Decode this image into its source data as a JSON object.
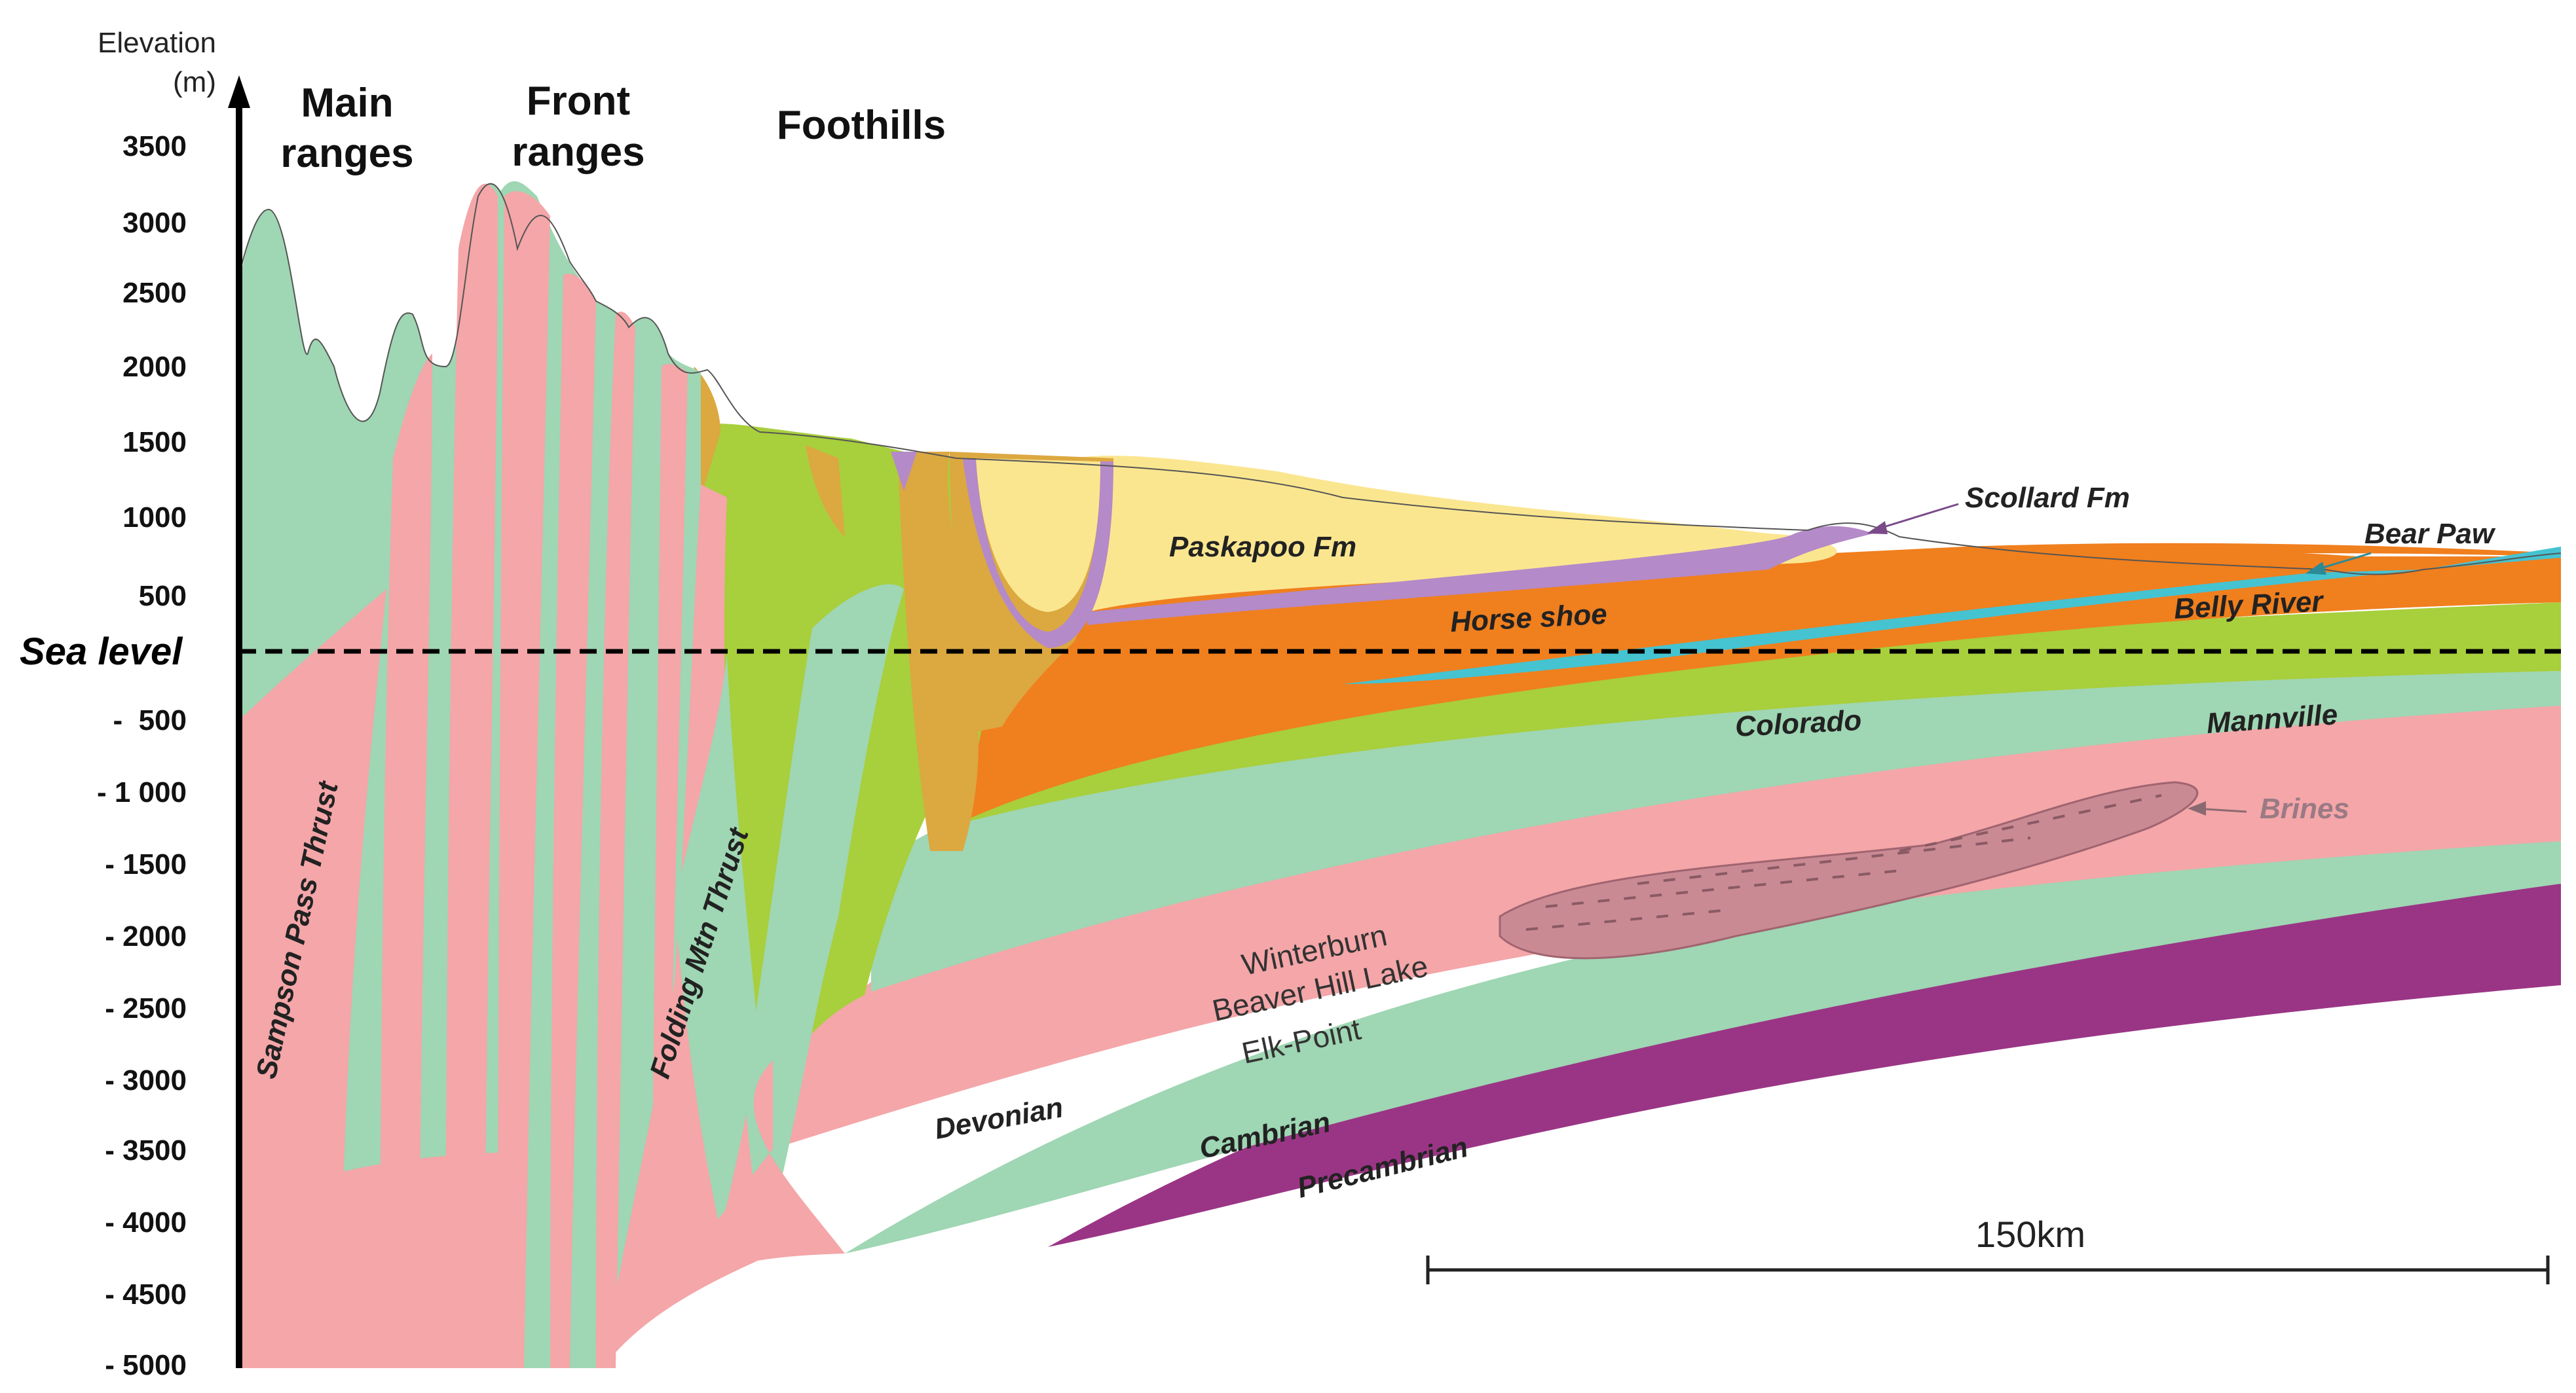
{
  "axis": {
    "title": "Elevation",
    "unit": "(m)",
    "ticks_above": [
      "3500",
      "3000",
      "2500",
      "2000",
      "1500",
      "1000",
      "500"
    ],
    "sea_level": "Sea level",
    "ticks_below": [
      "-  500",
      "- 1 000",
      "- 1500",
      "- 2000",
      "- 2500",
      "- 3000",
      "- 3500",
      "- 4000",
      "- 4500",
      "- 5000"
    ]
  },
  "regions": {
    "main_1": "Main",
    "main_2": "ranges",
    "front_1": "Front",
    "front_2": "ranges",
    "foothills": "Foothills"
  },
  "units": {
    "paskapoo": "Paskapoo Fm",
    "scollard": "Scollard Fm",
    "bear_paw": "Bear Paw",
    "horse_shoe": "Horse shoe",
    "belly_river": "Belly River",
    "colorado": "Colorado",
    "mannville": "Mannville",
    "brines": "Brines",
    "winterburn": "Winterburn",
    "beaver_hill": "Beaver Hill Lake",
    "elk_point": "Elk-Point",
    "devonian": "Devonian",
    "cambrian": "Cambrian",
    "precambrian": "Precambrian",
    "sampson": "Sampson Pass Thrust",
    "folding": "Folding Mtn Thrust"
  },
  "scale": {
    "label": "150km"
  },
  "colors": {
    "green_pale": "#9fd6b3",
    "pink": "#f4a6a8",
    "lime": "#a8cf3c",
    "orange": "#f07f1e",
    "yellow": "#fbe690",
    "lilac": "#b48ac8",
    "cyan": "#45c3d1",
    "ochre": "#dca840",
    "purple": "#9a3585",
    "brine": "#c98a94"
  }
}
